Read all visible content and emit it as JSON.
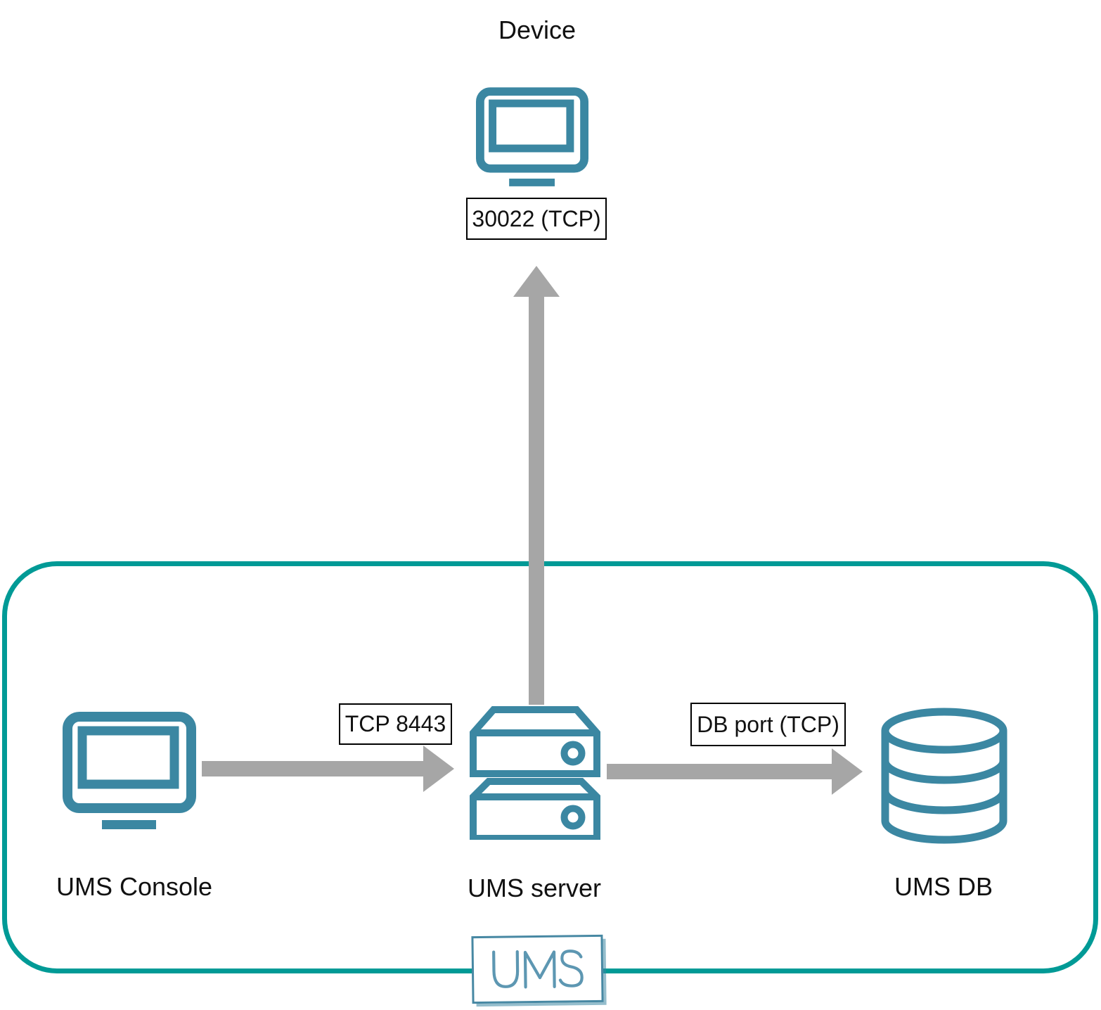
{
  "device": {
    "label": "Device"
  },
  "nodes": {
    "console": {
      "label": "UMS Console"
    },
    "server": {
      "label": "UMS server"
    },
    "db": {
      "label": "UMS DB"
    }
  },
  "connections": {
    "server_to_device": {
      "label": "30022 (TCP)"
    },
    "console_to_server": {
      "label": "TCP 8443"
    },
    "server_to_db": {
      "label": "DB port (TCP)"
    }
  },
  "group": {
    "logo_text": "UMS"
  },
  "colors": {
    "icon": "#3b87a2",
    "group_border": "#009a96",
    "arrow": "#a6a6a6",
    "label_text": "#111111",
    "box_border": "#000000",
    "logo_border": "#4788a3",
    "logo_text": "#5d97b2"
  }
}
